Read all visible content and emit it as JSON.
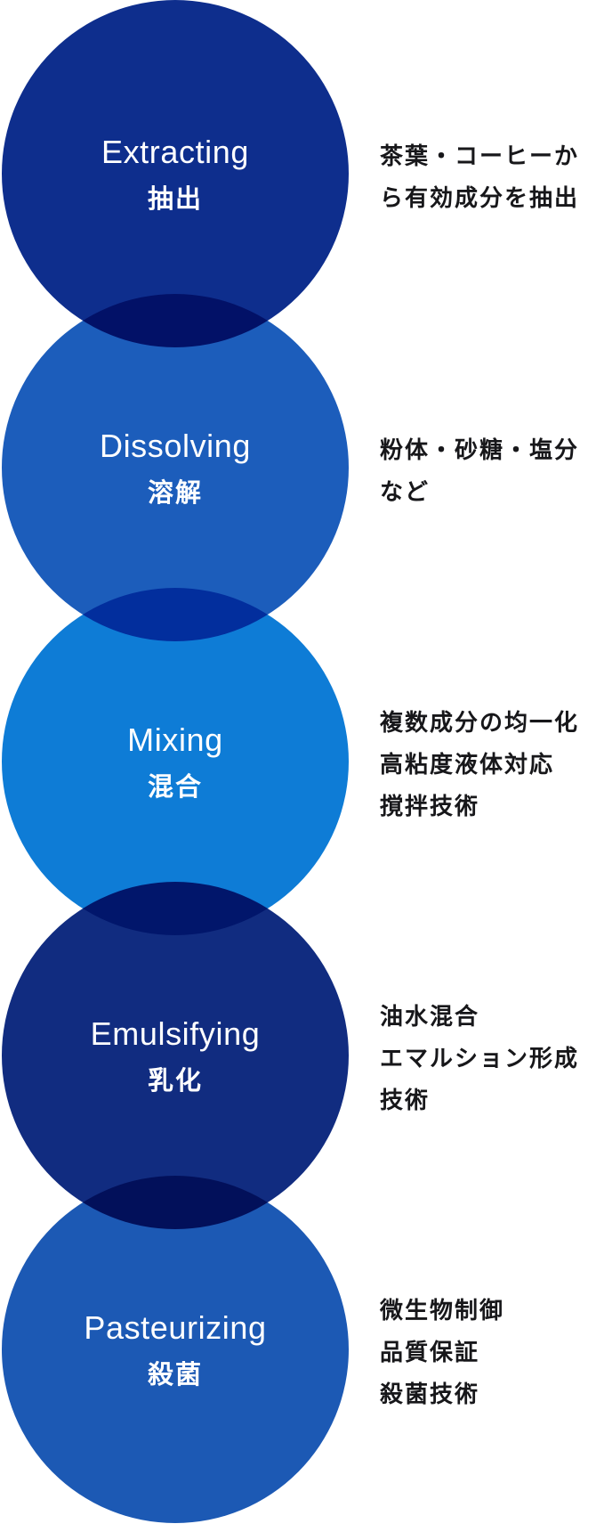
{
  "background_color": "#ffffff",
  "description_text_color": "#17171a",
  "label_text_color": "#ffffff",
  "sections": [
    {
      "title": "Extracting",
      "subtitle": "抽出",
      "circle_color": "#0E2E8D",
      "description_lines": [
        "茶葉・コーヒーか",
        "ら有効成分を抽出"
      ]
    },
    {
      "title": "Dissolving",
      "subtitle": "溶解",
      "circle_color": "#1C5DBB",
      "description_lines": [
        "粉体・砂糖・塩分",
        "など"
      ]
    },
    {
      "title": "Mixing",
      "subtitle": "混合",
      "circle_color": "#0E7CD6",
      "description_lines": [
        "複数成分の均一化",
        "高粘度液体対応",
        "撹拌技術"
      ]
    },
    {
      "title": "Emulsifying",
      "subtitle": "乳化",
      "circle_color": "#112C80",
      "description_lines": [
        "油水混合",
        "エマルション形成",
        "技術"
      ]
    },
    {
      "title": "Pasteurizing",
      "subtitle": "殺菌",
      "circle_color": "#1C59B4",
      "description_lines": [
        "微生物制御",
        "品質保証",
        "殺菌技術"
      ]
    }
  ]
}
